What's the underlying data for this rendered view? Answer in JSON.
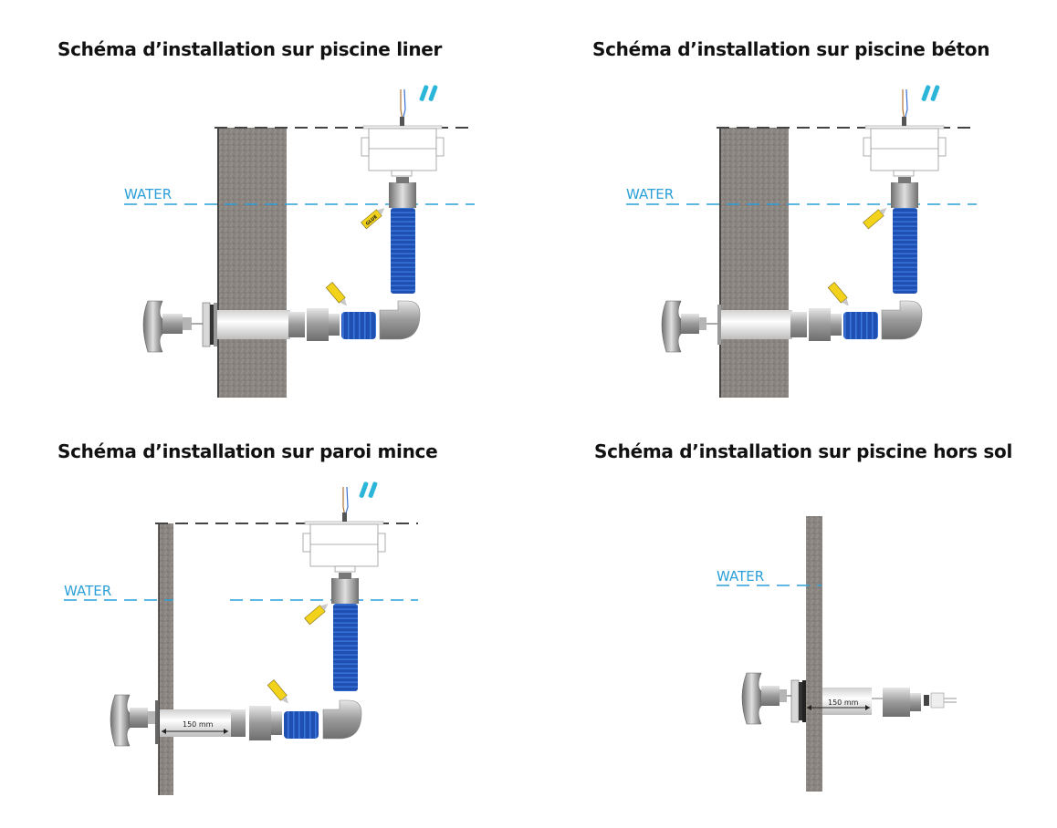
{
  "panels": [
    {
      "id": "liner",
      "title": "Schéma d’installation sur piscine liner",
      "water_label": "WATER",
      "wall_type": "thick",
      "has_box": true,
      "has_elbow": true,
      "dimension_label": null
    },
    {
      "id": "beton",
      "title": "Schéma d’installation sur piscine béton",
      "water_label": "WATER",
      "wall_type": "thick",
      "has_box": true,
      "has_elbow": true,
      "dimension_label": null
    },
    {
      "id": "paroi-mince",
      "title": "Schéma d’installation sur paroi mince",
      "water_label": "WATER",
      "wall_type": "thin",
      "has_box": true,
      "has_elbow": true,
      "dimension_label": "150 mm"
    },
    {
      "id": "hors-sol",
      "title": "Schéma d’installation sur piscine hors sol",
      "water_label": "WATER",
      "wall_type": "thin",
      "has_box": false,
      "has_elbow": false,
      "dimension_label": "150 mm"
    }
  ],
  "glue_label": "GLUE",
  "colors": {
    "water_line": "#2a9fd8",
    "ground_line": "#333333",
    "wall": "#8a8480",
    "hose_blue": "#1f4fb0",
    "glue_yellow": "#f2d21b",
    "connector_cyan": "#2bb5d9",
    "metal": "#a8a8a8"
  }
}
